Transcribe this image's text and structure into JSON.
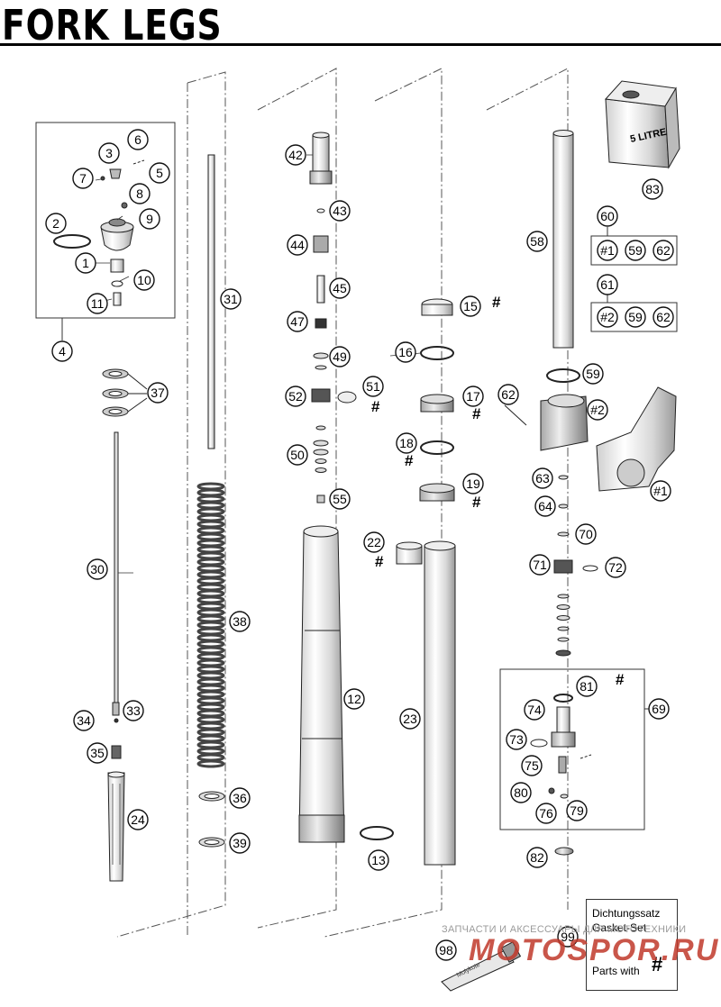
{
  "title": "FORK LEGS",
  "canister_label": "5 LITRE",
  "callouts": [
    "1",
    "2",
    "3",
    "4",
    "5",
    "6",
    "7",
    "8",
    "9",
    "10",
    "11",
    "12",
    "13",
    "15",
    "16",
    "17",
    "18",
    "19",
    "22",
    "23",
    "24",
    "30",
    "31",
    "33",
    "34",
    "35",
    "36",
    "37",
    "38",
    "39",
    "42",
    "43",
    "44",
    "45",
    "47",
    "49",
    "50",
    "51",
    "52",
    "55",
    "58",
    "59",
    "60",
    "61",
    "62",
    "63",
    "64",
    "69",
    "70",
    "71",
    "72",
    "73",
    "74",
    "75",
    "76",
    "79",
    "80",
    "81",
    "82",
    "83",
    "98",
    "99",
    "#1",
    "#2"
  ],
  "marker_hash": "#",
  "group_60": [
    "#1",
    "59",
    "62"
  ],
  "group_61": [
    "#2",
    "59",
    "62"
  ],
  "gasket_set": {
    "line1": "Dichtungssatz",
    "line2": "Gasket-Set",
    "parts_with": "Parts with",
    "hash": "#"
  },
  "tube_label": "Molykote",
  "watermark": {
    "top": "ЗАПЧАСТИ И АКСЕССУАРЫ ДЛЯ МОТОТЕХНИКИ",
    "logo": "MOTOSPOR.RU"
  },
  "colors": {
    "ink": "#000000",
    "watermark": "#c0392b",
    "wm_grey": "#9a9a9a"
  }
}
